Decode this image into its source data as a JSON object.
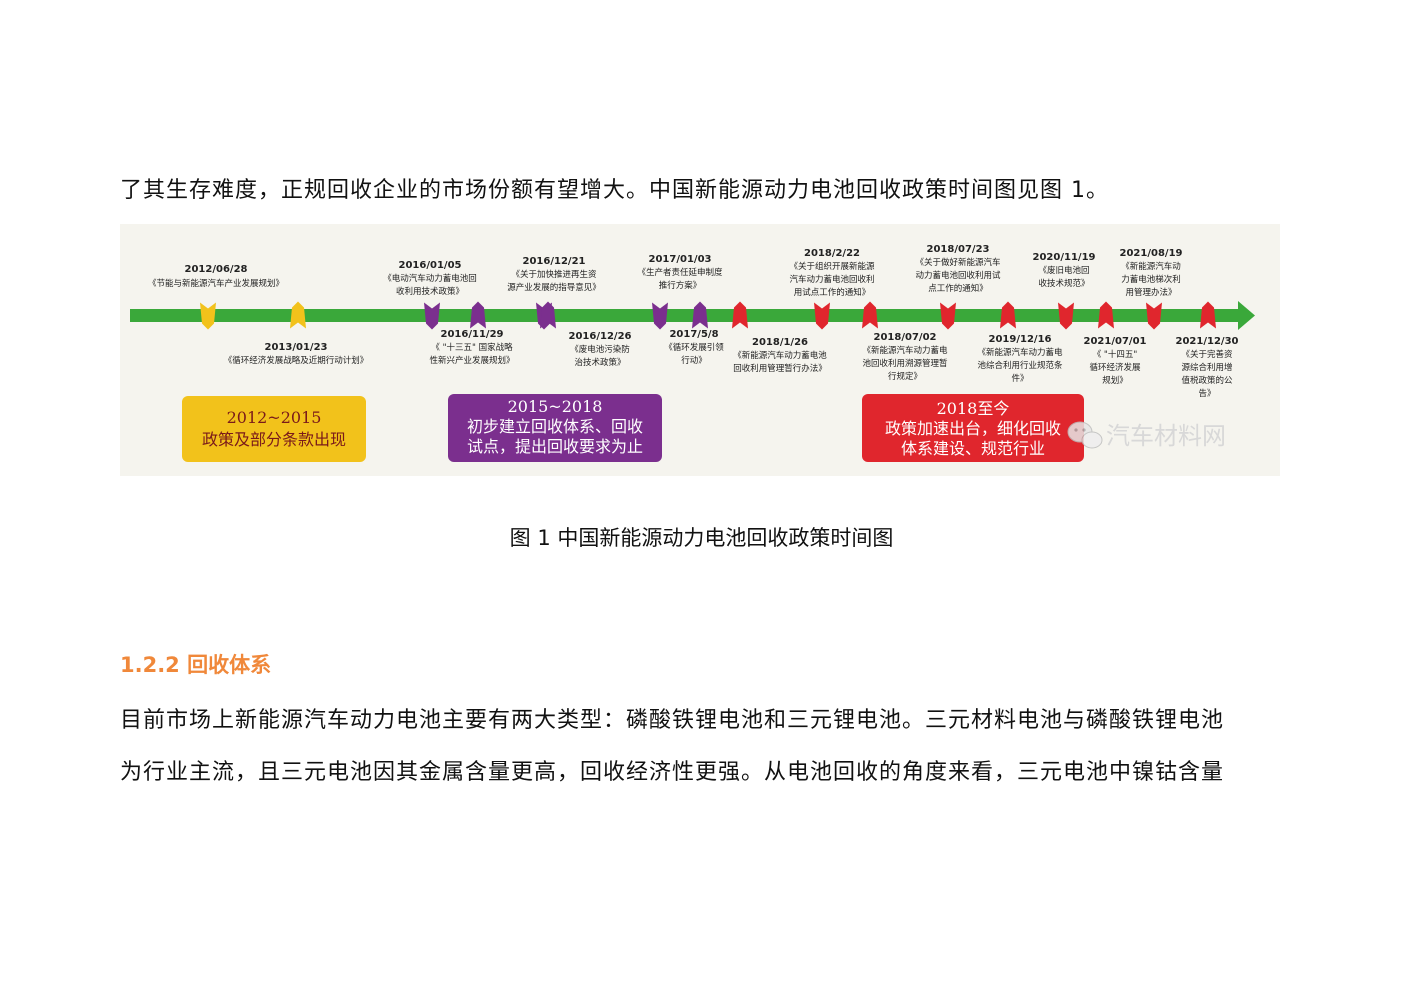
{
  "document": {
    "para_top": "了其生存难度，正规回收企业的市场份额有望增大。中国新能源动力电池回收政策时间图见图 1。",
    "caption": "图 1 中国新能源动力电池回收政策时间图",
    "heading": "1.2.2 回收体系",
    "para_2": "目前市场上新能源汽车动力电池主要有两大类型：磷酸铁锂电池和三元锂电池。三元材料电池与磷酸铁锂电池",
    "para_3": "为行业主流，且三元电池因其金属含量更高，回收经济性更强。从电池回收的角度来看，三元电池中镍钴含量"
  },
  "figure": {
    "events_top": [
      {
        "date": "2012/06/28",
        "lines": [
          "《节能与新能源汽车产业发展规划》"
        ],
        "color": "#f2c21b"
      },
      {
        "date": "2016/01/05",
        "lines": [
          "《电动汽车动力蓄电池回",
          "收利用技术政策》"
        ],
        "color": "#7b2f8e"
      },
      {
        "date": "2016/12/21",
        "lines": [
          "《关于加快推进再生资",
          "源产业发展的指导意见》"
        ],
        "color": "#7b2f8e"
      },
      {
        "date": "2017/01/03",
        "lines": [
          "《生产者责任延申制度",
          "推行方案》"
        ],
        "color": "#7b2f8e"
      },
      {
        "date": "2018/2/22",
        "lines": [
          "《关于组织开展新能源",
          "汽车动力蓄电池回收利",
          "用试点工作的通知》"
        ],
        "color": "#e0262d"
      },
      {
        "date": "2018/07/23",
        "lines": [
          "《关于做好新能源汽车",
          "动力蓄电池回收利用试",
          "点工作的通知》"
        ],
        "color": "#e0262d"
      },
      {
        "date": "2020/11/19",
        "lines": [
          "《废旧电池回",
          "收技术规范》"
        ],
        "color": "#e0262d"
      },
      {
        "date": "2021/08/19",
        "lines": [
          "《新能源汽车动",
          "力蓄电池梯次利",
          "用管理办法》"
        ],
        "color": "#e0262d"
      }
    ],
    "events_bottom": [
      {
        "date": "2013/01/23",
        "lines": [
          "《循环经济发展战略及近期行动计划》"
        ],
        "color": "#f2c21b"
      },
      {
        "date": "2016/11/29",
        "lines": [
          "《 \"十三五\" 国家战略",
          "性新兴产业发展规划》"
        ],
        "color": "#7b2f8e"
      },
      {
        "date": "2016/12/26",
        "lines": [
          "《废电池污染防",
          "治技术政策》"
        ],
        "color": "#7b2f8e"
      },
      {
        "date": "2017/5/8",
        "lines": [
          "《循环发展引领",
          "行动》"
        ],
        "color": "#7b2f8e"
      },
      {
        "date": "2018/1/26",
        "lines": [
          "《新能源汽车动力蓄电池",
          "回收利用管理暂行办法》"
        ],
        "color": "#e0262d"
      },
      {
        "date": "2018/07/02",
        "lines": [
          "《新能源汽车动力蓄电",
          "池回收利用溯源管理暂",
          "行规定》"
        ],
        "color": "#e0262d"
      },
      {
        "date": "2019/12/16",
        "lines": [
          "《新能源汽车动力蓄电",
          "池综合利用行业规范条",
          "件》"
        ],
        "color": "#e0262d"
      },
      {
        "date": "2021/07/01",
        "lines": [
          "《 \"十四五\"",
          "循环经济发展",
          "规划》"
        ],
        "color": "#e0262d"
      },
      {
        "date": "2021/12/30",
        "lines": [
          "《关于完善资",
          "源综合利用增",
          "值税政策的公",
          "告》"
        ],
        "color": "#e0262d"
      }
    ],
    "phases": [
      {
        "title": "2012~2015",
        "text": "政策及部分条款出现",
        "color": "#f2c21b",
        "text_color": "#7a1a1a"
      },
      {
        "title": "2015~2018",
        "text": "初步建立回收体系、回收试点，提出回收要求为止",
        "color": "#7b2f8e",
        "text_color": "#ffffff"
      },
      {
        "title": "2018至今",
        "text": "政策加速出台，细化回收体系建设、规范行业",
        "color": "#e0262d",
        "text_color": "#ffffff"
      }
    ],
    "watermark": "汽车材料网",
    "colors": {
      "timeline": "#3aa83a",
      "background": "#f5f4ee"
    }
  }
}
